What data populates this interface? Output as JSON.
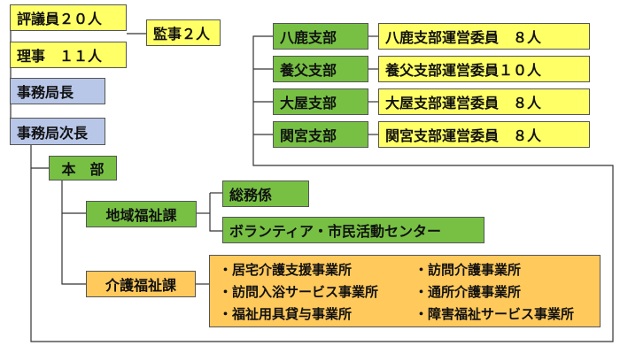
{
  "left_column": {
    "councilors": "評議員２０人",
    "auditors": "監事２人",
    "directors": "理事　１１人",
    "secretary_general": "事務局長",
    "deputy_secretary_general": "事務局次長"
  },
  "branches": [
    {
      "name": "八鹿支部",
      "committee": "八鹿支部運営委員　８人"
    },
    {
      "name": "養父支部",
      "committee": "養父支部運営委員１０人"
    },
    {
      "name": "大屋支部",
      "committee": "大屋支部運営委員　８人"
    },
    {
      "name": "関宮支部",
      "committee": "関宮支部運営委員　８人"
    }
  ],
  "headquarters": {
    "label": "本　部",
    "community_welfare": {
      "label": "地域福祉課",
      "units": [
        "総務係",
        "ボランティア・市民活動センター"
      ]
    },
    "care": {
      "label": "介護福祉課",
      "services": [
        "・居宅介護支援事業所",
        "・訪問入浴サービス事業所",
        "・福祉用具貸与事業所",
        "・訪問介護事業所",
        "・通所介護事業所",
        "・障害福祉サービス事業所"
      ]
    }
  },
  "colors": {
    "yellow": "#ffff66",
    "green": "#77c044",
    "blue": "#b8c6e8",
    "orange": "#ffc95c",
    "line": "#333333"
  }
}
